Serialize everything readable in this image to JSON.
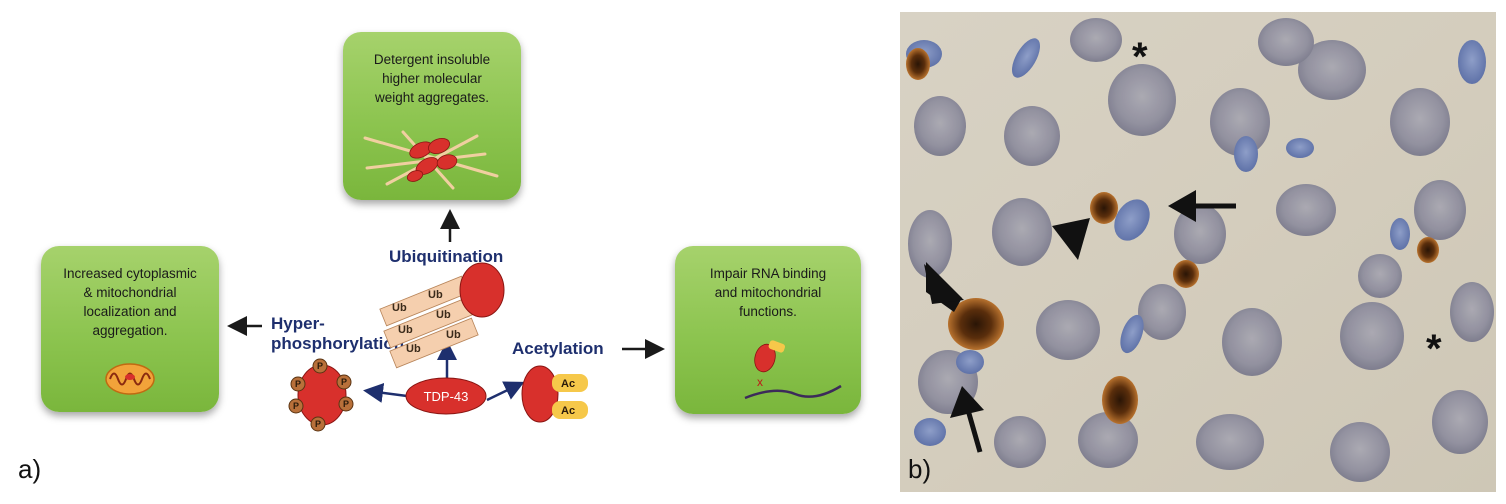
{
  "panel_a": {
    "letter": "a)",
    "center_protein": "TDP-43",
    "top_box": "Detergent insoluble\nhigher molecular\nweight aggregates.",
    "left_box": "Increased cytoplasmic\n& mitochondrial\nlocalization and\naggregation.",
    "right_box": "Impair RNA binding\nand mitochondrial\nfunctions.",
    "label_ubiquitination": "Ubiquitination",
    "label_hyperphosphorylation": "Hyper-\nphosphorylation",
    "label_acetylation": "Acetylation",
    "ub_tag": "Ub",
    "ac_tag": "Ac",
    "p_tag": "P",
    "rna_x": "x"
  },
  "panel_b": {
    "letter": "b)",
    "asterisk": "*"
  }
}
